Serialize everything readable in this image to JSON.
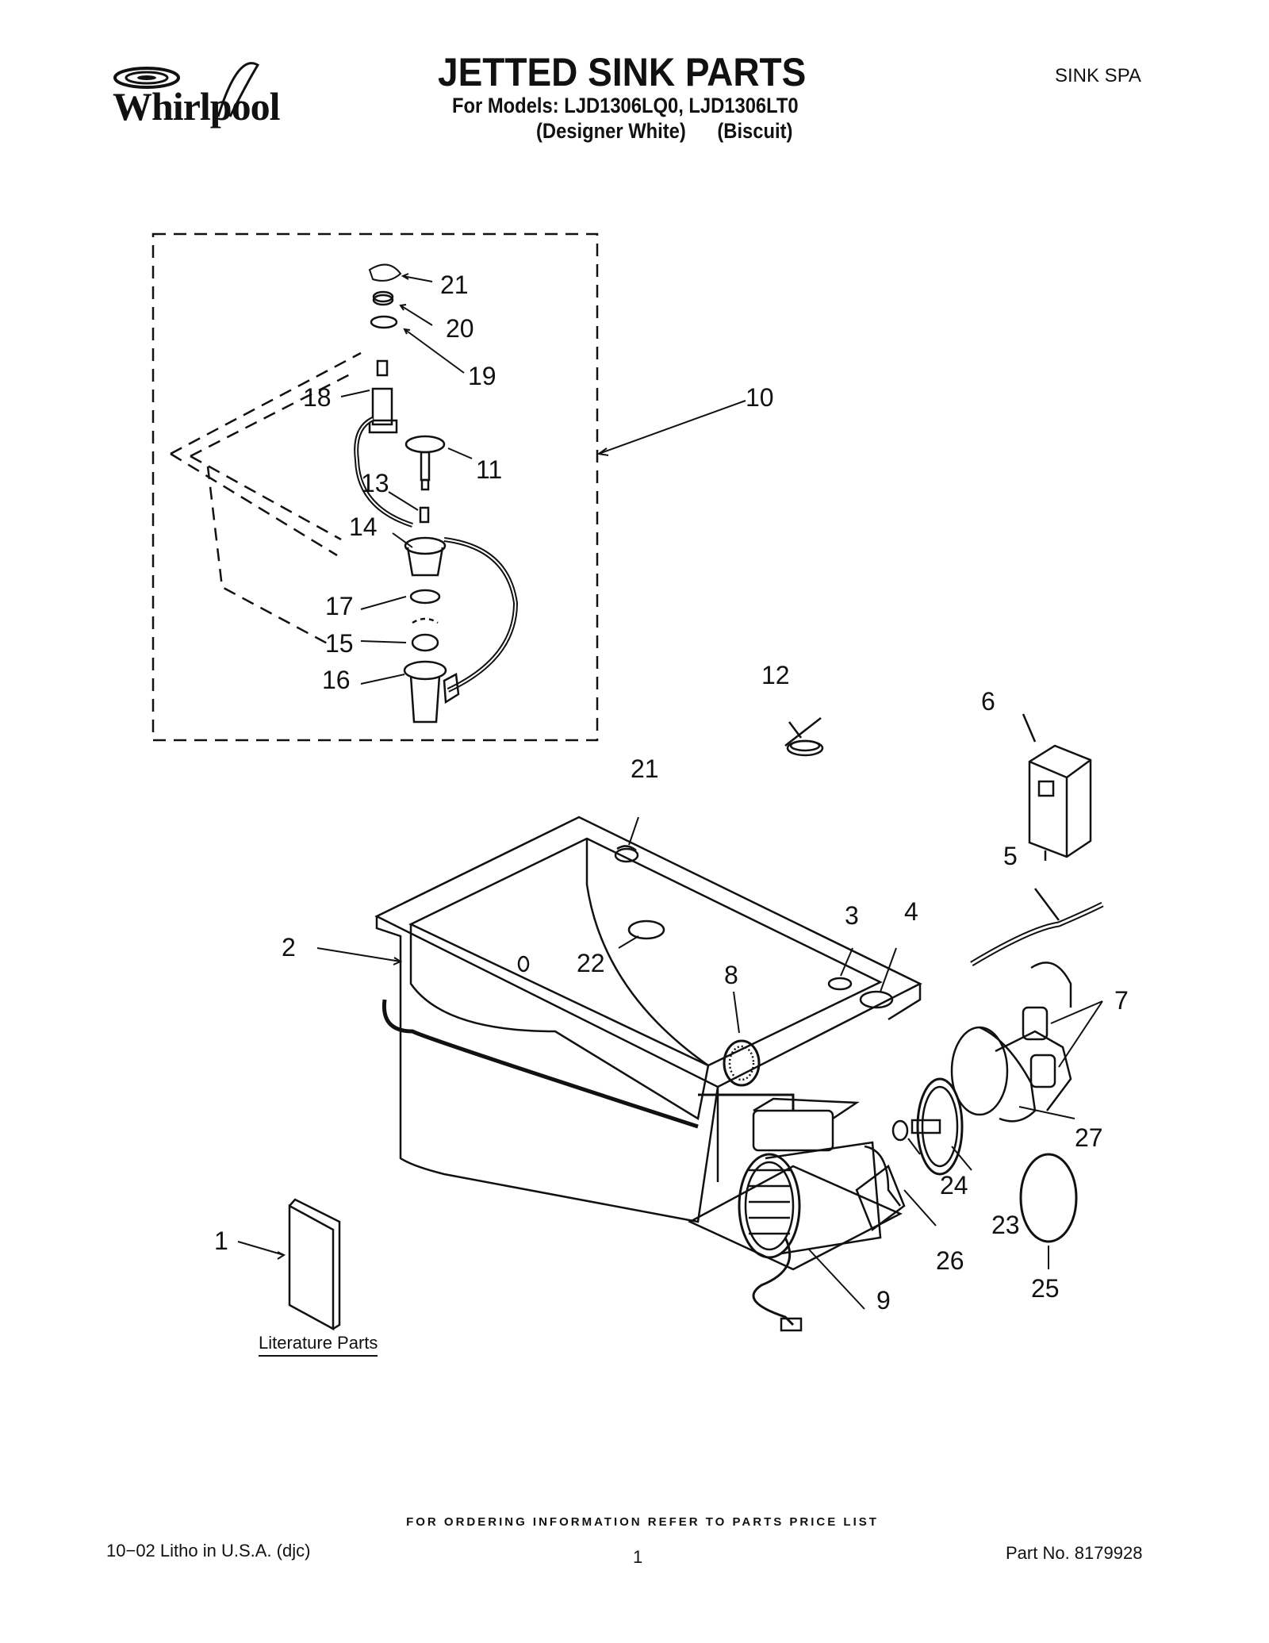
{
  "header": {
    "brand": "Whirlpool",
    "title": "JETTED SINK PARTS",
    "models_line": "For Models: LJD1306LQ0, LJD1306LT0",
    "colors_line": "(Designer White)      (Biscuit)",
    "section": "SINK SPA"
  },
  "callouts": {
    "c1": "1",
    "c2": "2",
    "c3": "3",
    "c4": "4",
    "c5": "5",
    "c6": "6",
    "c7": "7",
    "c8": "8",
    "c9": "9",
    "c10": "10",
    "c11": "11",
    "c12": "12",
    "c13": "13",
    "c14": "14",
    "c15": "15",
    "c16": "16",
    "c17": "17",
    "c18": "18",
    "c19": "19",
    "c20": "20",
    "c21a": "21",
    "c21b": "21",
    "c22": "22",
    "c23": "23",
    "c24": "24",
    "c25": "25",
    "c26": "26",
    "c27": "27"
  },
  "literature_label": "Literature Parts",
  "footer": {
    "order_note": "FOR ORDERING INFORMATION REFER TO PARTS PRICE LIST",
    "litho": "10−02 Litho in U.S.A. (djc)",
    "page": "1",
    "part_no": "Part No. 8179928"
  }
}
